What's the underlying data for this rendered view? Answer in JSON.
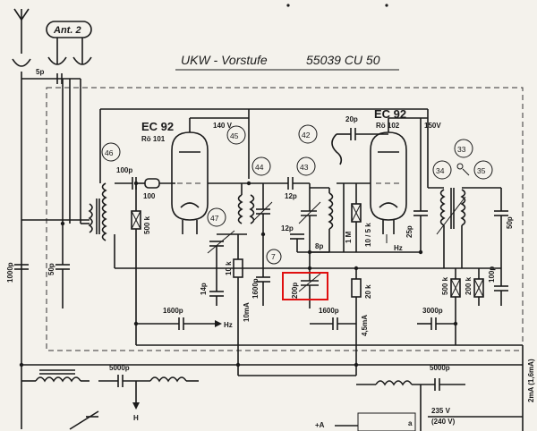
{
  "title": {
    "name": "UKW - Vorstufe",
    "code": "55039 CU 50"
  },
  "antenna": {
    "label": "Ant. 2",
    "cap": "5p"
  },
  "tubes": [
    {
      "type": "EC 92",
      "ref": "Rö 101",
      "voltage": "140 V"
    },
    {
      "type": "EC 92",
      "ref": "Rö 102",
      "voltage": "150V"
    }
  ],
  "circles": [
    "46",
    "45",
    "44",
    "43",
    "42",
    "47",
    "33",
    "34",
    "35",
    "7"
  ],
  "components": {
    "c_100p": "100p",
    "r_100": "100",
    "r_500k": "500 k",
    "c_50p_left": "50p",
    "c_1000p": "1000p",
    "c_12p_a": "12p",
    "c_12p_b": "12p",
    "c_8p": "8p",
    "c_200p": "200p",
    "c_20p": "20p",
    "r_1M": "1 M",
    "r_10_5k": "10 / 5 k",
    "c_25p": "25p",
    "r_10k": "10 k",
    "c_14p": "14p",
    "c_1600p_a": "1600p",
    "c_1600p_b": "1600p",
    "c_1600p_c": "1600p",
    "r_20k": "20 k",
    "c_3000p": "3000p",
    "r_500k_b": "500 k",
    "r_200k": "200 k",
    "c_100p_b": "100p",
    "c_50p_right": "50p",
    "c_5000p_a": "5000p",
    "c_5000p_b": "5000p",
    "hz1": "Hz",
    "hz2": "Hz",
    "h": "H",
    "ma_10": "10mA",
    "ma_45": "4,5mA",
    "ma_side": "2mA (1,6mA)",
    "v_235": "235 V",
    "v_240": "(240 V)",
    "plus_a": "+A",
    "a_small": "a"
  }
}
